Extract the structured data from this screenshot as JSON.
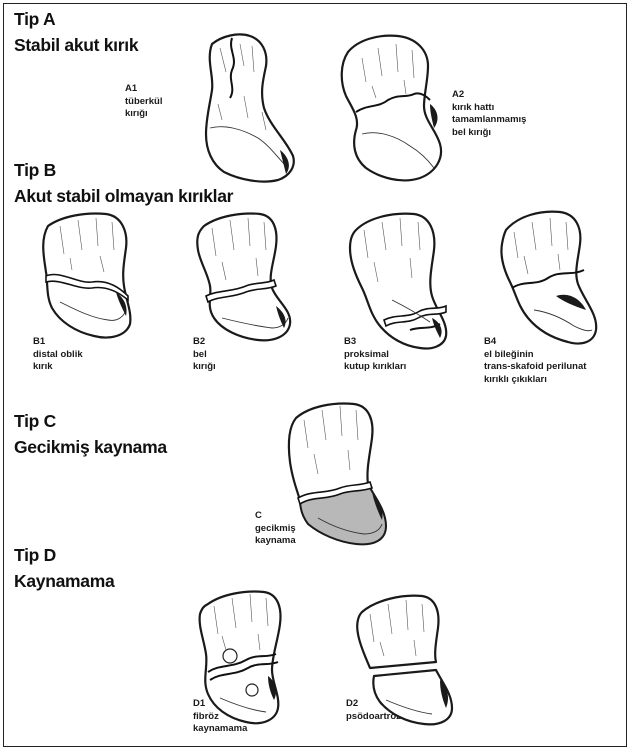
{
  "sections": [
    {
      "type_label": "Tip A",
      "subtitle": "Stabil akut kırık"
    },
    {
      "type_label": "Tip B",
      "subtitle": "Akut stabil olmayan kırıklar"
    },
    {
      "type_label": "Tip C",
      "subtitle": "Gecikmiş kaynama"
    },
    {
      "type_label": "Tip D",
      "subtitle": "Kaynamama"
    }
  ],
  "figures": {
    "A1": {
      "code": "A1",
      "lines": [
        "tüberkül",
        "kırığı"
      ]
    },
    "A2": {
      "code": "A2",
      "lines": [
        "kırık hattı",
        "tamamlanmamış",
        "bel kırığı"
      ]
    },
    "B1": {
      "code": "B1",
      "lines": [
        "distal oblik",
        "kırık"
      ]
    },
    "B2": {
      "code": "B2",
      "lines": [
        "bel",
        "kırığı"
      ]
    },
    "B3": {
      "code": "B3",
      "lines": [
        "proksimal",
        "kutup kırıkları"
      ]
    },
    "B4": {
      "code": "B4",
      "lines": [
        "el bileğinin",
        "trans-skafoid perilunat",
        "kırıklı çıkıkları"
      ]
    },
    "C": {
      "code": "C",
      "lines": [
        "gecikmiş",
        "kaynama"
      ]
    },
    "D1": {
      "code": "D1",
      "lines": [
        "fibröz",
        "kaynamama"
      ]
    },
    "D2": {
      "code": "D2",
      "lines": [
        "psödoartroz"
      ]
    }
  },
  "colors": {
    "outline": "#1a1a1a",
    "bone_fill": "#ffffff",
    "delayed_union_fill": "#b8b8b8",
    "frame": "#222222"
  }
}
